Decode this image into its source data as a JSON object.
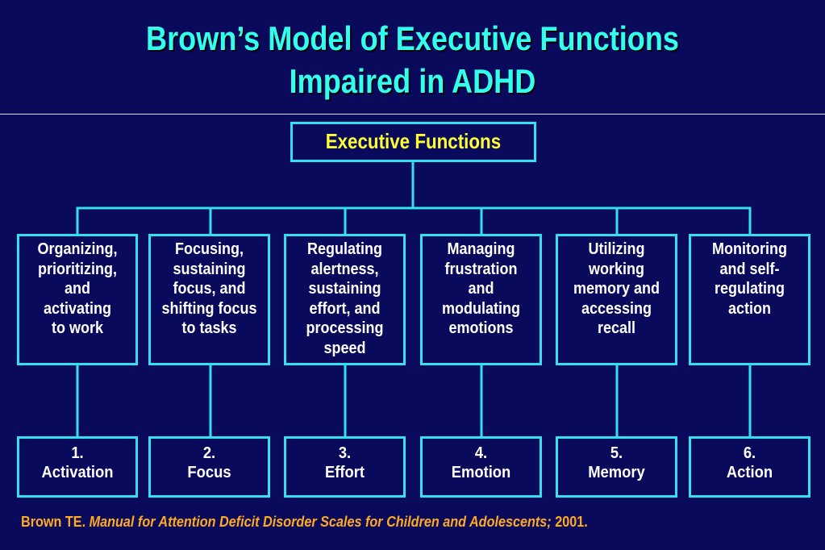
{
  "title": {
    "line1": "Brown’s Model of Executive Functions",
    "line2": "Impaired in ADHD"
  },
  "root": {
    "label": "Executive Functions"
  },
  "functions": [
    {
      "lines": [
        "Organizing,",
        "prioritizing,",
        "and",
        "activating",
        "to work"
      ]
    },
    {
      "lines": [
        "Focusing,",
        "sustaining",
        "focus, and",
        "shifting focus",
        "to tasks"
      ]
    },
    {
      "lines": [
        "Regulating",
        "alertness,",
        "sustaining",
        "effort, and",
        "processing",
        "speed"
      ]
    },
    {
      "lines": [
        "Managing",
        "frustration",
        "and",
        "modulating",
        "emotions"
      ]
    },
    {
      "lines": [
        "Utilizing",
        "working",
        "memory and",
        "accessing",
        "recall"
      ]
    },
    {
      "lines": [
        "Monitoring",
        "and self-",
        "regulating",
        "action"
      ]
    }
  ],
  "results": [
    {
      "number": "1.",
      "label": "Activation"
    },
    {
      "number": "2.",
      "label": "Focus"
    },
    {
      "number": "3.",
      "label": "Effort"
    },
    {
      "number": "4.",
      "label": "Emotion"
    },
    {
      "number": "5.",
      "label": "Memory"
    },
    {
      "number": "6.",
      "label": "Action"
    }
  ],
  "citation": {
    "author": "Brown TE.",
    "work": "Manual for Attention Deficit Disorder Scales for Children and Adolescents;",
    "year": "2001."
  },
  "colors": {
    "background": "#0a0a5c",
    "title": "#33ffee",
    "box_border": "#33e0f0",
    "root_text": "#ffff33",
    "box_text": "#ffffff",
    "citation": "#ffaa22"
  }
}
